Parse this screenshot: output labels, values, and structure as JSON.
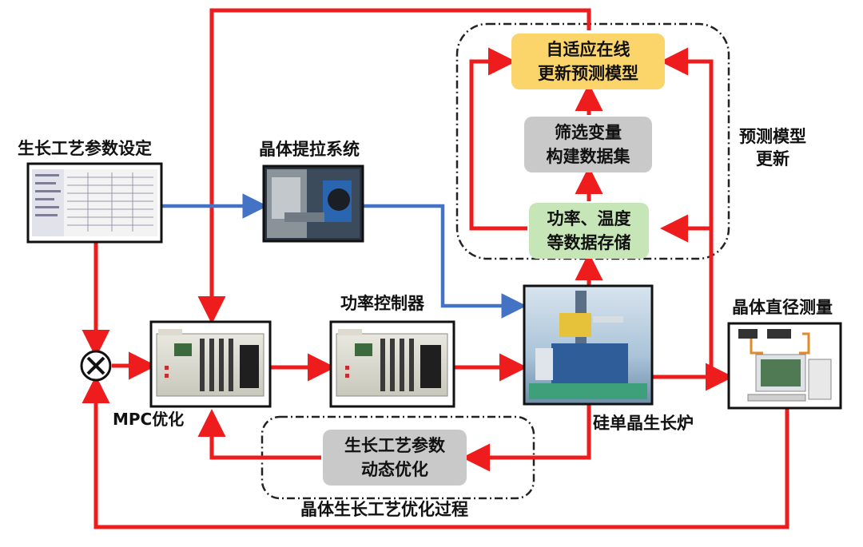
{
  "labels": {
    "process_params": "生长工艺参数设定",
    "pulling_system": "晶体提拉系统",
    "power_controller": "功率控制器",
    "mpc": "MPC优化",
    "furnace": "硅单晶生长炉",
    "diameter_measure": "晶体直径测量",
    "model_update_line1": "预测模型",
    "model_update_line2": "更新",
    "optimization_process": "晶体生长工艺优化过程"
  },
  "boxes": {
    "adaptive_line1": "自适应在线",
    "adaptive_line2": "更新预测模型",
    "filter_line1": "筛选变量",
    "filter_line2": "构建数据集",
    "storage_line1": "功率、温度",
    "storage_line2": "等数据存储",
    "dynamic_line1": "生长工艺参数",
    "dynamic_line2": "动态优化"
  },
  "colors": {
    "arrow_red": "#ee1c1c",
    "arrow_blue": "#4472c4",
    "adaptive_fill": "#fbd46a",
    "filter_fill": "#c9c9c9",
    "storage_fill": "#c7e6b8",
    "dynamic_fill": "#c9c9c9"
  },
  "icons": {
    "summing_junction": "multiply-circle-icon"
  }
}
